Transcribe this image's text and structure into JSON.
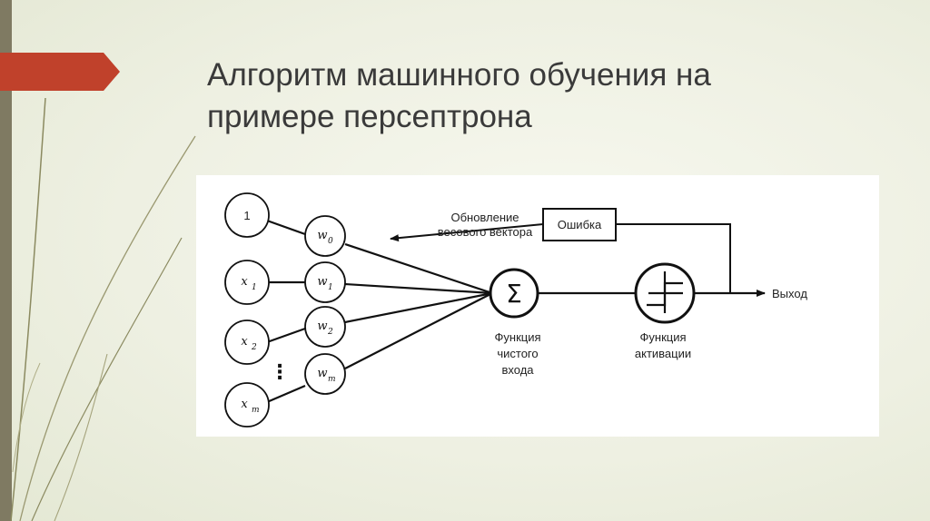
{
  "slide": {
    "title_line1": "Алгоритм машинного обучения на",
    "title_line2": "примере персептрона"
  },
  "diagram": {
    "inputs": [
      {
        "main": "1",
        "sub": ""
      },
      {
        "main": "x",
        "sub": "1"
      },
      {
        "main": "x",
        "sub": "2"
      },
      {
        "main": "x",
        "sub": "m"
      }
    ],
    "weights": [
      {
        "main": "w",
        "sub": "0"
      },
      {
        "main": "w",
        "sub": "1"
      },
      {
        "main": "w",
        "sub": "2"
      },
      {
        "main": "w",
        "sub": "m"
      }
    ],
    "ellipsis": "⋮",
    "sum_symbol": "Σ",
    "net_input_label": [
      "Функция",
      "чистого",
      "входа"
    ],
    "activation_label": [
      "Функция",
      "активации"
    ],
    "output_label": "Выход",
    "error_label": "Ошибка",
    "update_label": [
      "Обновление",
      "весового вектора"
    ]
  },
  "colors": {
    "accent": "#c0412b",
    "left_bar": "#7f7a62",
    "deco_lines": "#8b8a60"
  }
}
